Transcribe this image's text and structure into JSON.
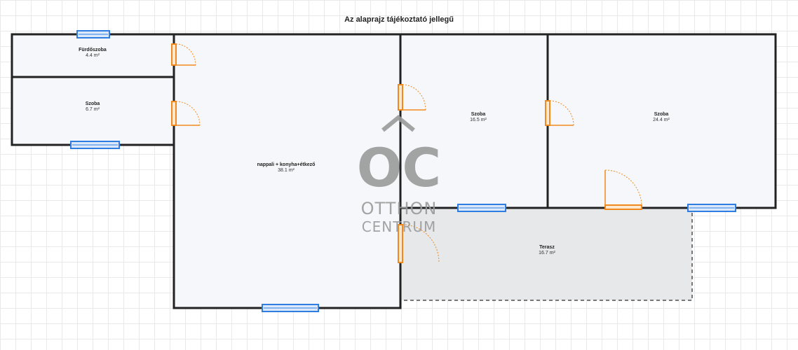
{
  "title": "Az alaprajz tájékoztató jellegű",
  "colors": {
    "wall": "#222222",
    "window": "#2f7de1",
    "door": "#f08a1e",
    "room_fill": "#f5f7fa",
    "terrace_fill": "#e6e8ea",
    "logo": "#9a9a9a"
  },
  "rooms": [
    {
      "name": "Fürdőszoba",
      "area": "4.4 m²"
    },
    {
      "name": "Szoba",
      "area": "6.7 m²"
    },
    {
      "name": "nappali + konyha+étkező",
      "area": "38.1 m²"
    },
    {
      "name": "Szoba",
      "area": "16.5 m²"
    },
    {
      "name": "Szoba",
      "area": "24.4 m²"
    },
    {
      "name": "Terasz",
      "area": "16.7 m²"
    }
  ],
  "logo": {
    "monogram": "OC",
    "line1": "OTTHON",
    "line2": "CENTRUM"
  }
}
